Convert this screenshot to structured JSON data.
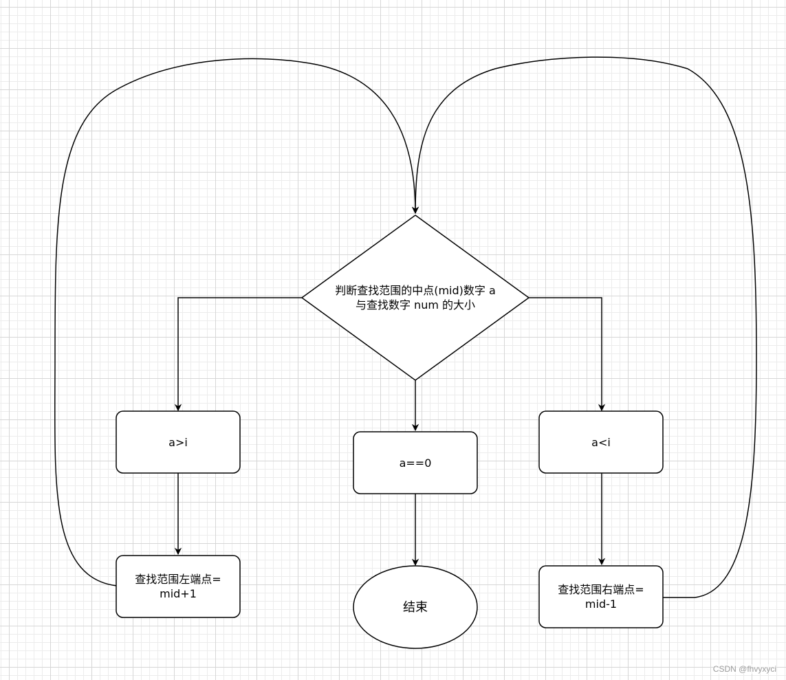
{
  "diagram": {
    "decision": {
      "line1": "判断查找范围的中点(mid)数字 a",
      "line2": "与查找数字 num 的大小"
    },
    "left_condition": "a>i",
    "middle_condition": "a==0",
    "right_condition": "a<i",
    "left_action": {
      "line1": "查找范围左端点=",
      "line2": "mid+1"
    },
    "right_action": {
      "line1": "查找范围右端点=",
      "line2": "mid-1"
    },
    "end": "结束"
  },
  "watermark": "CSDN @fhvyxyci",
  "colors": {
    "stroke": "#000000",
    "fill": "#ffffff",
    "grid": "#d6d6d6"
  }
}
